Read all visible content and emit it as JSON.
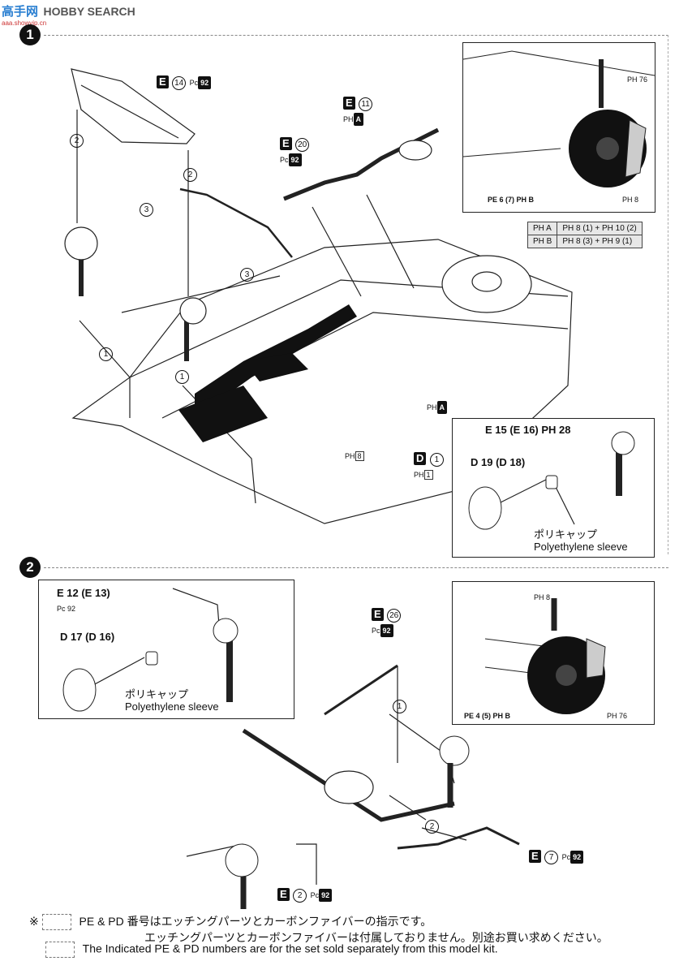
{
  "watermark": {
    "logo_text": "高手网",
    "brand": "HOBBY SEARCH",
    "url": "aaa.showvip.cn"
  },
  "steps": {
    "step1": "1",
    "step2": "2"
  },
  "step1": {
    "upper_arm": {
      "part": "E",
      "num": "14",
      "pc": "Pc",
      "pc_num": "92"
    },
    "tie_rod": {
      "part": "E",
      "num": "20",
      "pc": "Pc",
      "pc_num": "92"
    },
    "exhaust": {
      "part": "E",
      "num": "11",
      "ph": "PH",
      "ph_ref": "A"
    },
    "arrows": [
      "2",
      "2",
      "3",
      "3",
      "1",
      "1"
    ],
    "frame_labels": {
      "ph_a": "PH",
      "ph_a_ref": "A",
      "ph_8": "PH",
      "ph_8_num": "8",
      "d1_part": "D",
      "d1_num": "1",
      "d1_ph": "PH",
      "d1_ph_num": "1"
    },
    "detail_top": {
      "ph76": "PH 76",
      "pe_line": "PE 6 (7) PH B",
      "ph8": "PH 8"
    },
    "ph_table": [
      {
        "code": "PH A",
        "value": "PH 8 (1) + PH 10 (2)"
      },
      {
        "code": "PH B",
        "value": "PH 8 (3) + PH 9 (1)"
      }
    ],
    "hub_inset": {
      "line1": "E 15 (E 16) PH 28",
      "line2": "D 19 (D 18)",
      "jp": "ポリキャップ",
      "en": "Polyethylene sleeve"
    }
  },
  "step2": {
    "hub_inset": {
      "line1": "E 12 (E 13)",
      "line1_pc": "Pc 92",
      "line2": "D 17 (D 16)",
      "jp": "ポリキャップ",
      "en": "Polyethylene sleeve"
    },
    "detail_right": {
      "ph8": "PH 8",
      "pe_line": "PE 4 (5) PH B",
      "ph76": "PH 76"
    },
    "rod": {
      "part": "E",
      "num": "26",
      "pc": "Pc",
      "pc_num": "92"
    },
    "sway_bar": {
      "part": "E",
      "num": "7",
      "pc": "Pc",
      "pc_num": "92"
    },
    "axle": {
      "part": "E",
      "num": "2",
      "pc": "Pc",
      "pc_num": "92"
    },
    "arrows": [
      "1",
      "2"
    ]
  },
  "footer": {
    "mark": "※",
    "line1": "PE & PD 番号はエッチングパーツとカーボンファイバーの指示です。",
    "line2": "エッチングパーツとカーボンファイバーは付属しておりません。別途お買い求めください。",
    "line3": "The Indicated PE & PD numbers are for the set sold separately from this model kit."
  }
}
